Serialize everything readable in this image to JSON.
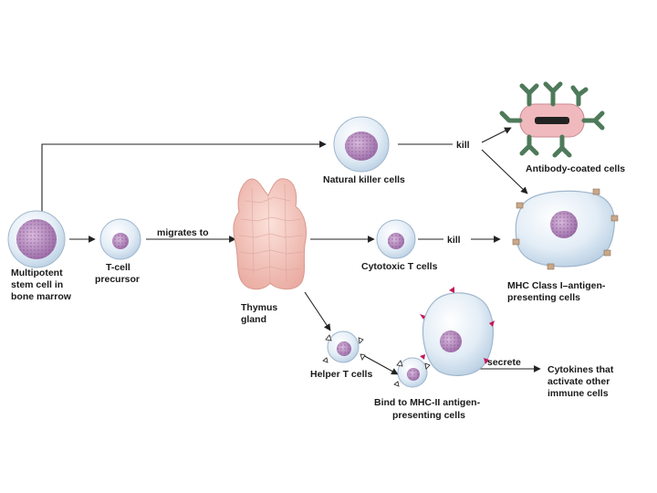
{
  "labels": {
    "stem_cell": [
      "Multipotent",
      "stem cell in",
      "bone marrow"
    ],
    "tcell_precursor": [
      "T-cell",
      "precursor"
    ],
    "migrates_to": "migrates to",
    "thymus": [
      "Thymus",
      "gland"
    ],
    "natural_killer": "Natural killer cells",
    "kill_top": "kill",
    "antibody_coated": "Antibody-coated cells",
    "cytotoxic": "Cytotoxic T cells",
    "kill_middle": "kill",
    "mhc_class_i": [
      "MHC Class I–antigen-",
      "presenting cells"
    ],
    "helper": "Helper T cells",
    "bind_mhc_ii": [
      "Bind to MHC-II antigen-",
      "presenting cells"
    ],
    "secrete": "secrete",
    "cytokines": [
      "Cytokines that",
      "activate other",
      "immune cells"
    ]
  },
  "colors": {
    "cell_membrane": "#cfe0ef",
    "nucleus": "#b58fbf",
    "antibody": "#4e7a5a",
    "antibody_coated_cell": "#f0b9bd",
    "thymus": "#f3c8c0",
    "antigen_marker": "#c9a889",
    "mhc_ii_marker": "#c2185b",
    "arrow": "#222222"
  }
}
